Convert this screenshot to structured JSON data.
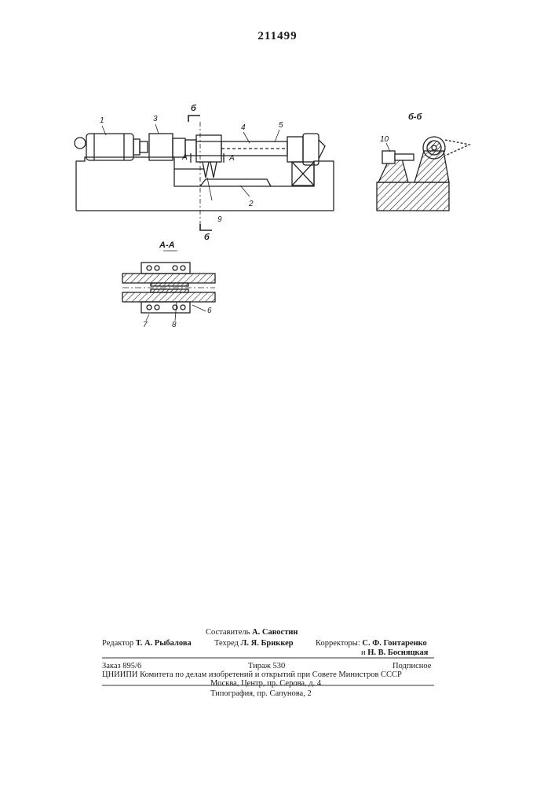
{
  "patent_number": "211499",
  "figure_labels": {
    "section_bb_top": "б",
    "section_bb_bottom": "б",
    "section_bb_title": "б-б",
    "section_aa_title": "А-А",
    "arrow_a_left": "А",
    "arrow_a_right": "А",
    "n1": "1",
    "n2": "2",
    "n3": "3",
    "n4": "4",
    "n5": "5",
    "n6": "6",
    "n7": "7",
    "n8": "8",
    "n9": "9",
    "n10": "10"
  },
  "imprint": {
    "compiler_label": "Составитель",
    "compiler_name": "А. Савостин",
    "editor_label": "Редактор",
    "editor_name": "Т. А. Рыбалова",
    "techred_label": "Техред",
    "techred_name": "Л. Я. Бриккер",
    "correctors_label": "Корректоры:",
    "corrector1": "С. Ф. Гонтаренко",
    "corrector2_prefix": "и",
    "corrector2": "Н. В. Босняцкая",
    "order": "Заказ 895/6",
    "circulation": "Тираж 530",
    "subscription": "Подписное",
    "org_line": "ЦНИИПИ Комитета по делам изобретений и открытий при Совете Министров СССР",
    "address_line": "Москва, Центр, пр. Серова, д. 4",
    "printer_line": "Типография, пр. Сапунова, 2"
  }
}
